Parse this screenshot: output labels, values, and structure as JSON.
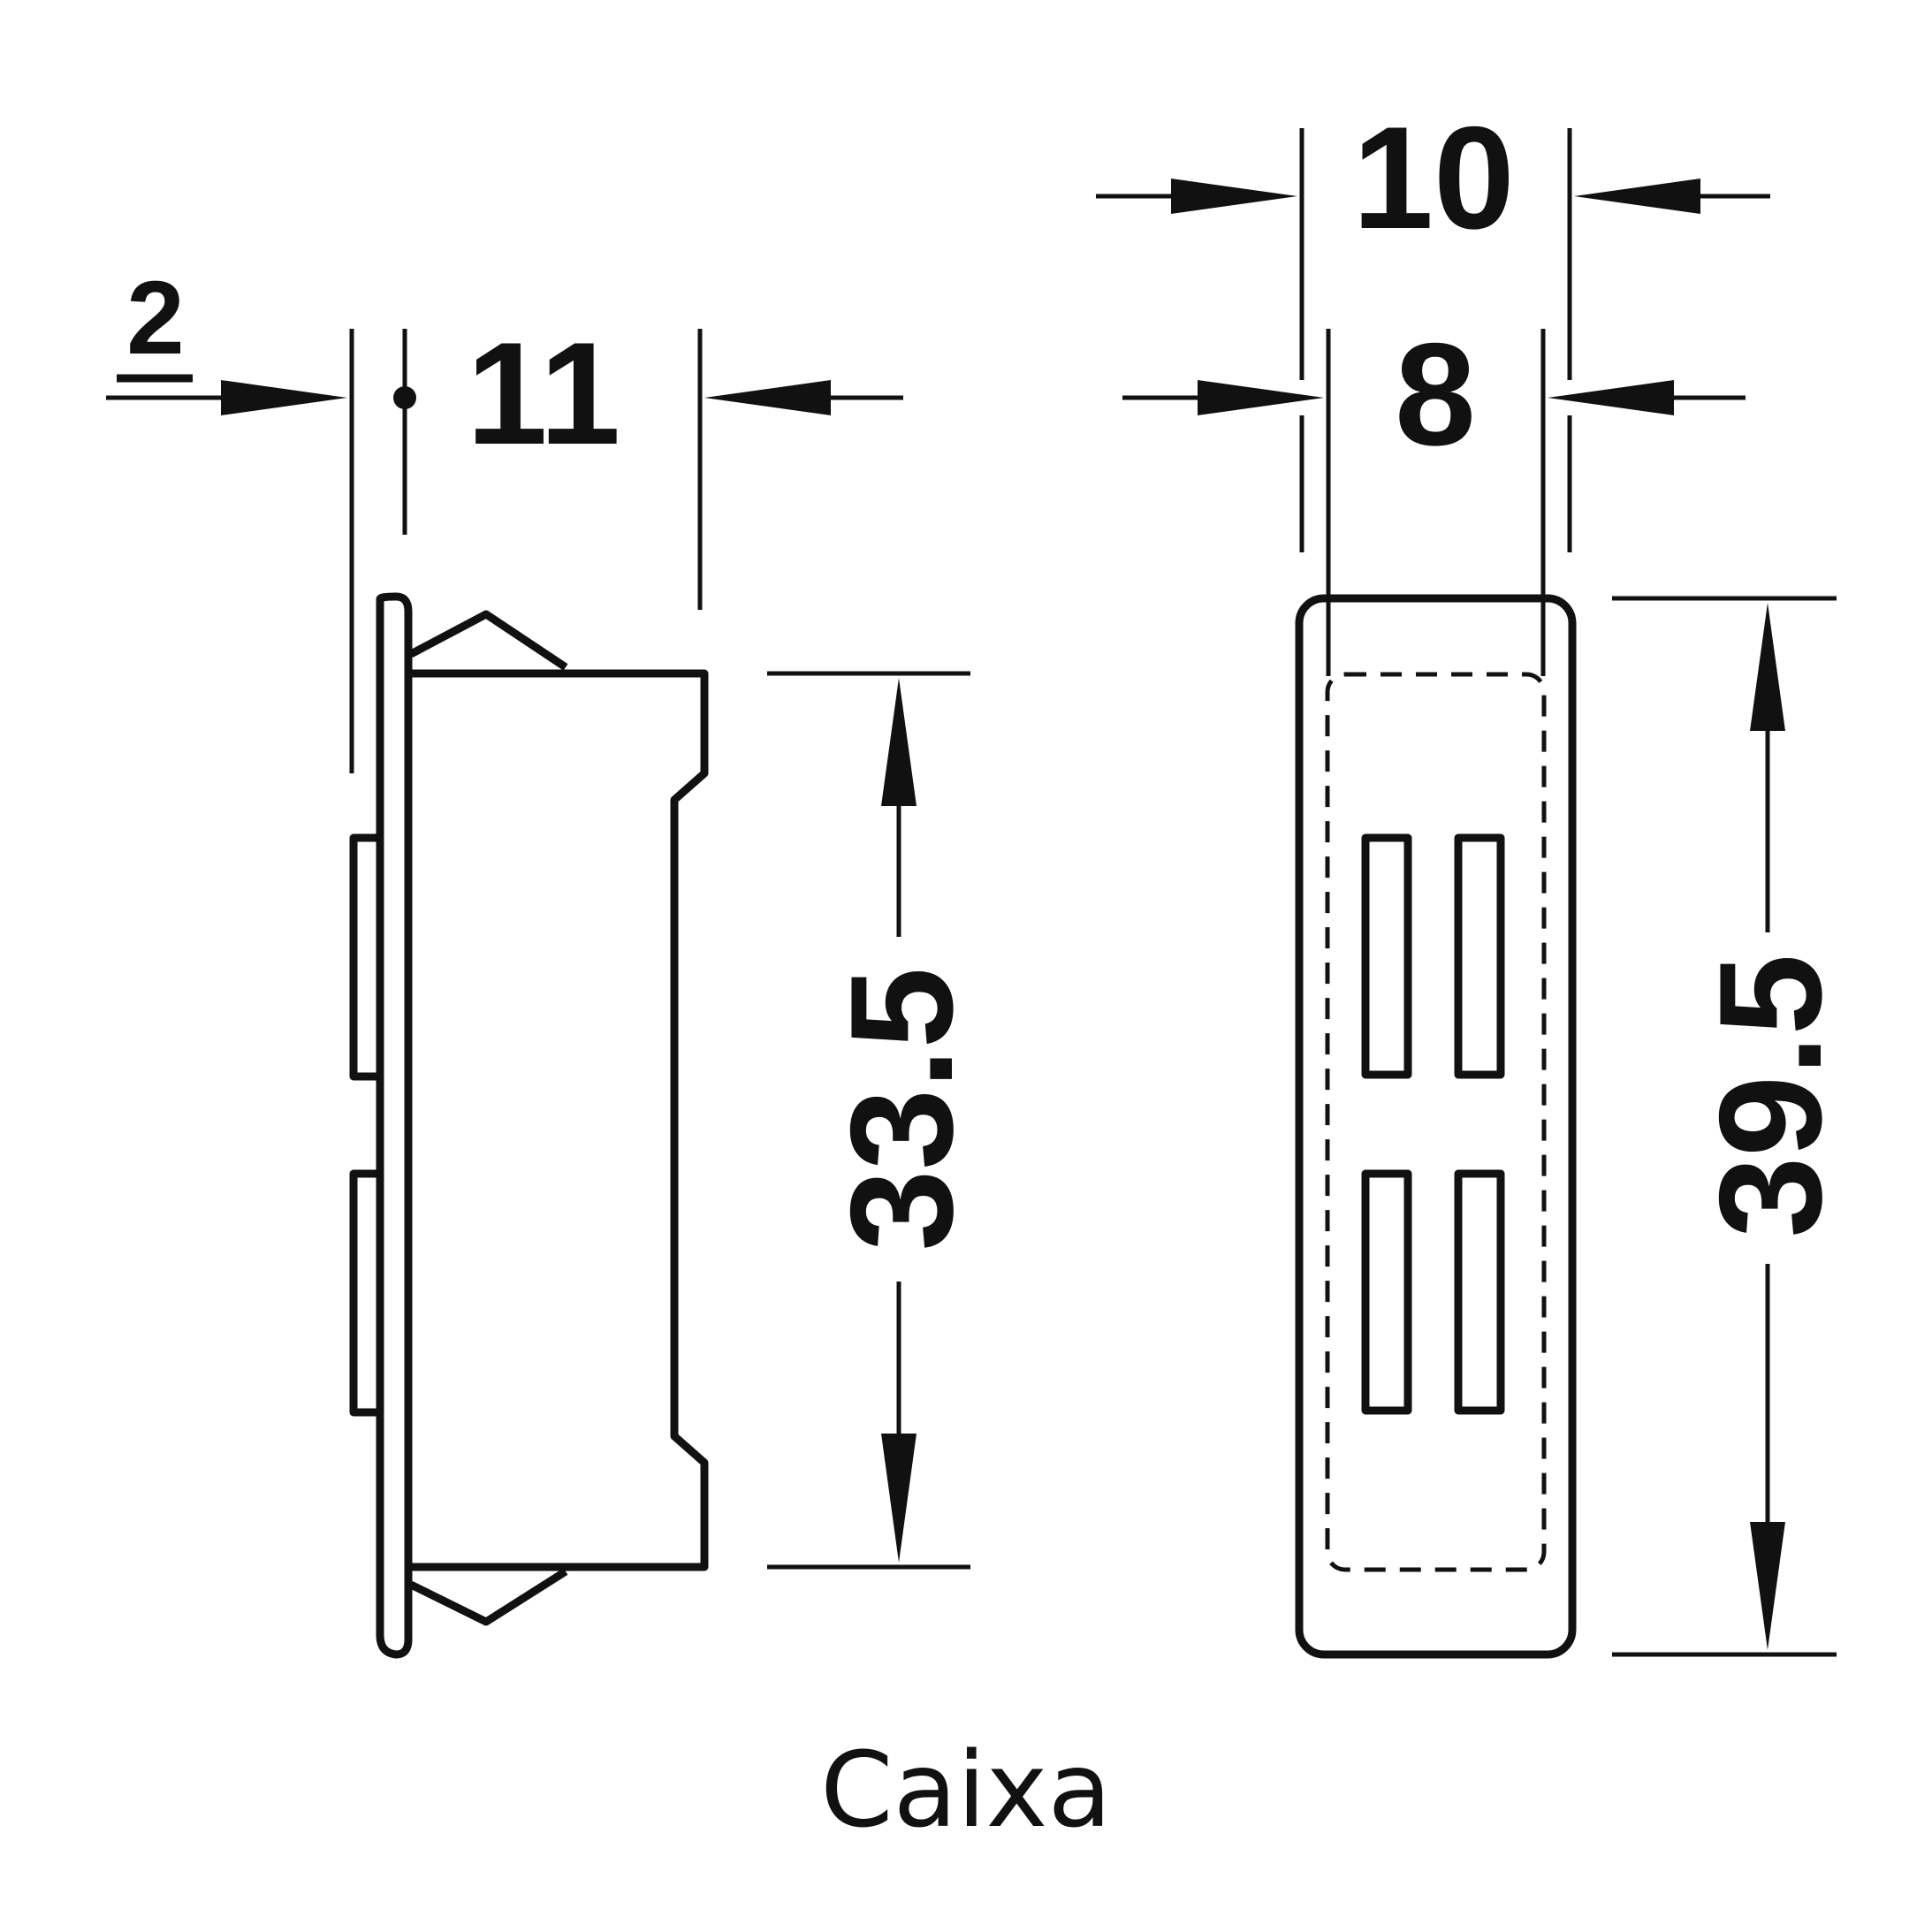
{
  "side_view": {
    "dim_flange": "2",
    "dim_depth": "11",
    "dim_height": "33.5"
  },
  "front_view": {
    "dim_outer_width": "10",
    "dim_inner_width": "8",
    "dim_height": "39.5"
  },
  "caption": "Caixa",
  "colors": {
    "line": "#111111",
    "background": "#ffffff"
  }
}
